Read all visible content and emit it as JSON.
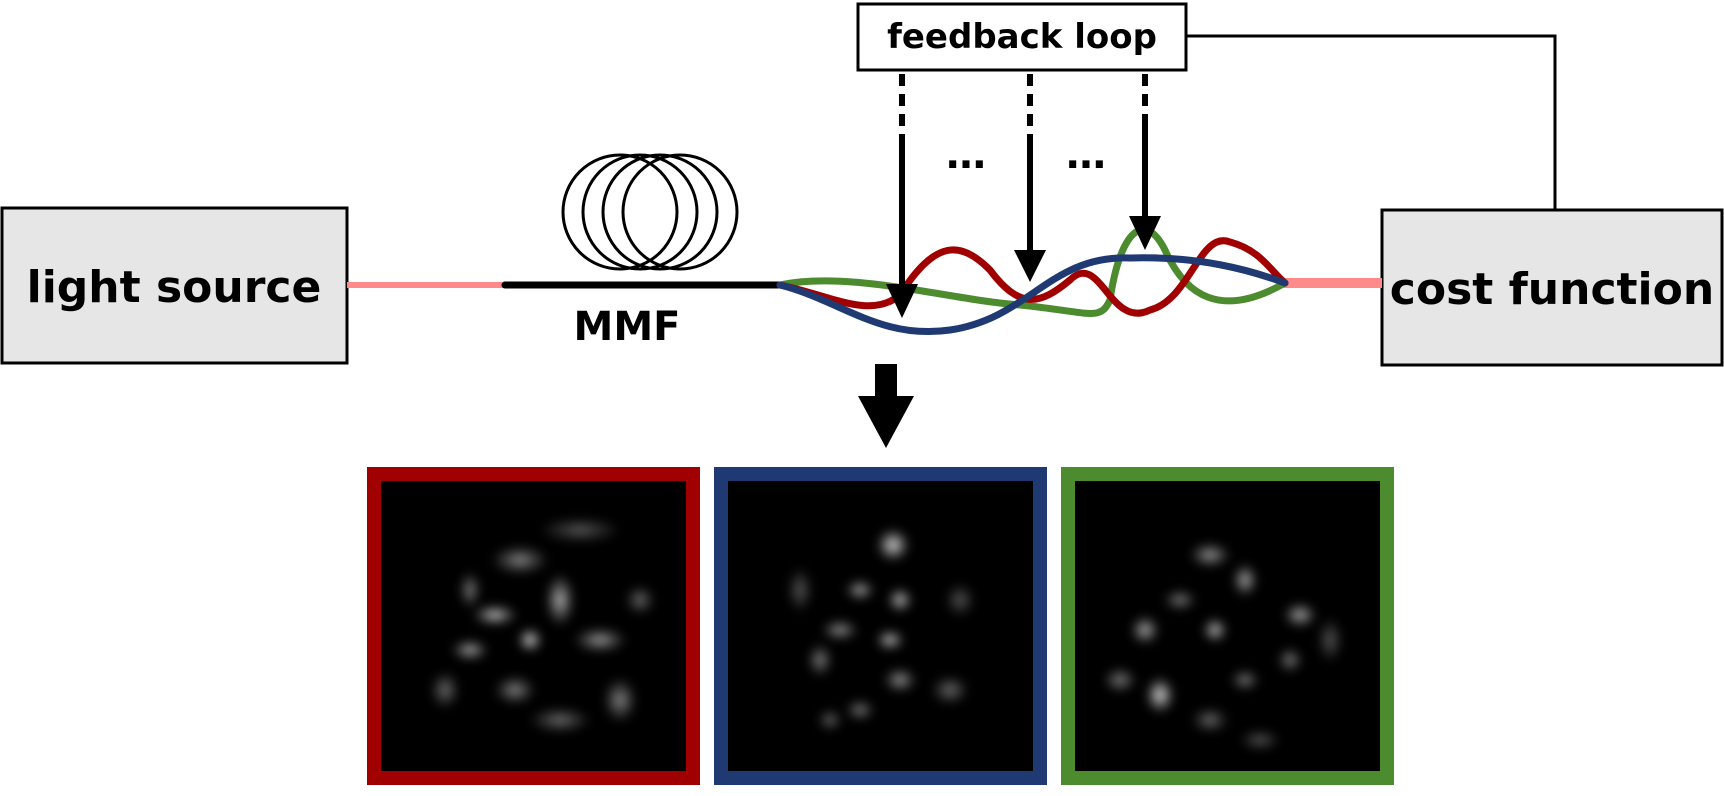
{
  "blocks": {
    "light_source": {
      "label": "light source"
    },
    "cost_function": {
      "label": "cost function"
    },
    "feedback_loop": {
      "label": "feedback loop"
    }
  },
  "fiber": {
    "label": "MMF"
  },
  "ellipsis": [
    "…",
    "…"
  ],
  "colors": {
    "pink_fiber": "#ff8a8a",
    "red": "#a00000",
    "green": "#4d8b2f",
    "blue": "#1f3a73",
    "box_fill": "#e6e6e6"
  },
  "speckle_panels": [
    {
      "color_name": "red"
    },
    {
      "color_name": "blue"
    },
    {
      "color_name": "green"
    }
  ]
}
